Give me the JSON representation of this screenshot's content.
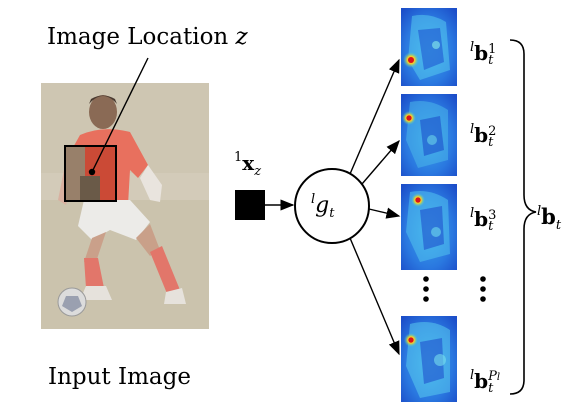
{
  "labels": {
    "image_location": "Image Location ",
    "image_location_var": "z",
    "input_image": "Input Image"
  },
  "x_node": {
    "pre": "1",
    "main": "x",
    "sub": "z"
  },
  "g_node": {
    "pre": "l",
    "main": "g",
    "sub": "t"
  },
  "maps": [
    {
      "pre": "l",
      "main": "b",
      "sub": "t",
      "sup": "1"
    },
    {
      "pre": "l",
      "main": "b",
      "sub": "t",
      "sup": "2"
    },
    {
      "pre": "l",
      "main": "b",
      "sub": "t",
      "sup": "3"
    },
    {
      "pre": "l",
      "main": "b",
      "sub": "t",
      "sup": "P",
      "sup2": "l"
    }
  ],
  "group": {
    "pre": "l",
    "main": "b",
    "sub": "t"
  },
  "colors": {
    "heatmap_base": "#1e5fd6",
    "heatmap_light": "#46c6ef",
    "hot": "#e4171b",
    "photo_bg": "#cfc7b6",
    "jersey": "#e86a5a"
  }
}
